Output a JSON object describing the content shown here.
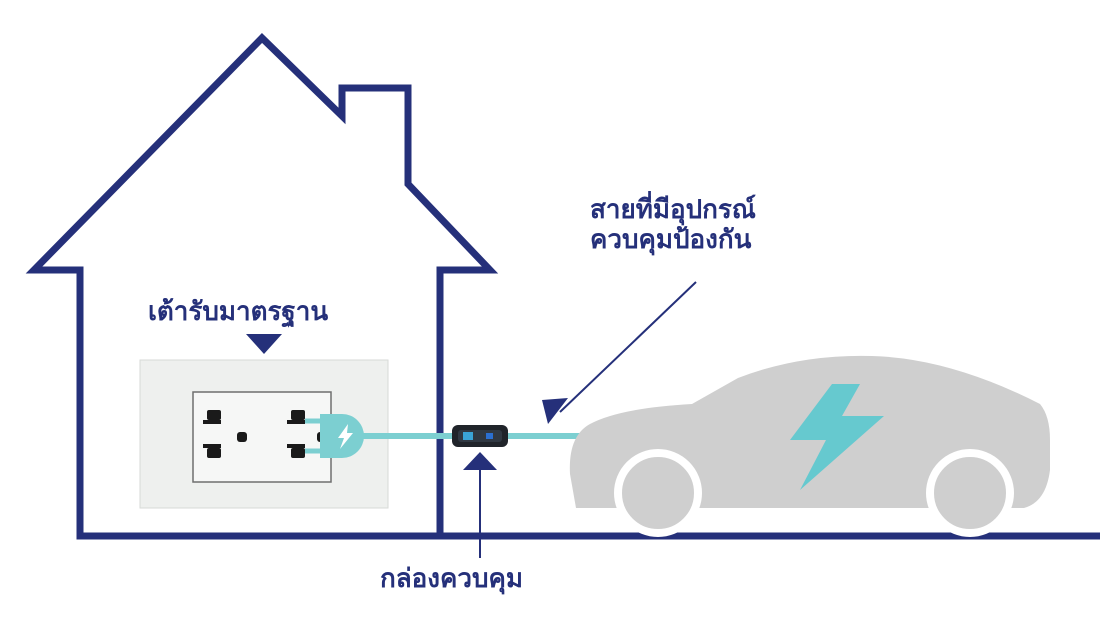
{
  "labels": {
    "outlet": "เต้ารับมาตรฐาน",
    "cable_line1": "สายที่มีอุปกรณ์",
    "cable_line2": "ควบคุมป้องกัน",
    "control_box": "กล่องควบคุม"
  },
  "colors": {
    "outline": "#25307a",
    "cable": "#7ccfd1",
    "car": "#cfcfcf",
    "bolt": "#66c9cf",
    "outlet_plate": "#eef0ee"
  }
}
